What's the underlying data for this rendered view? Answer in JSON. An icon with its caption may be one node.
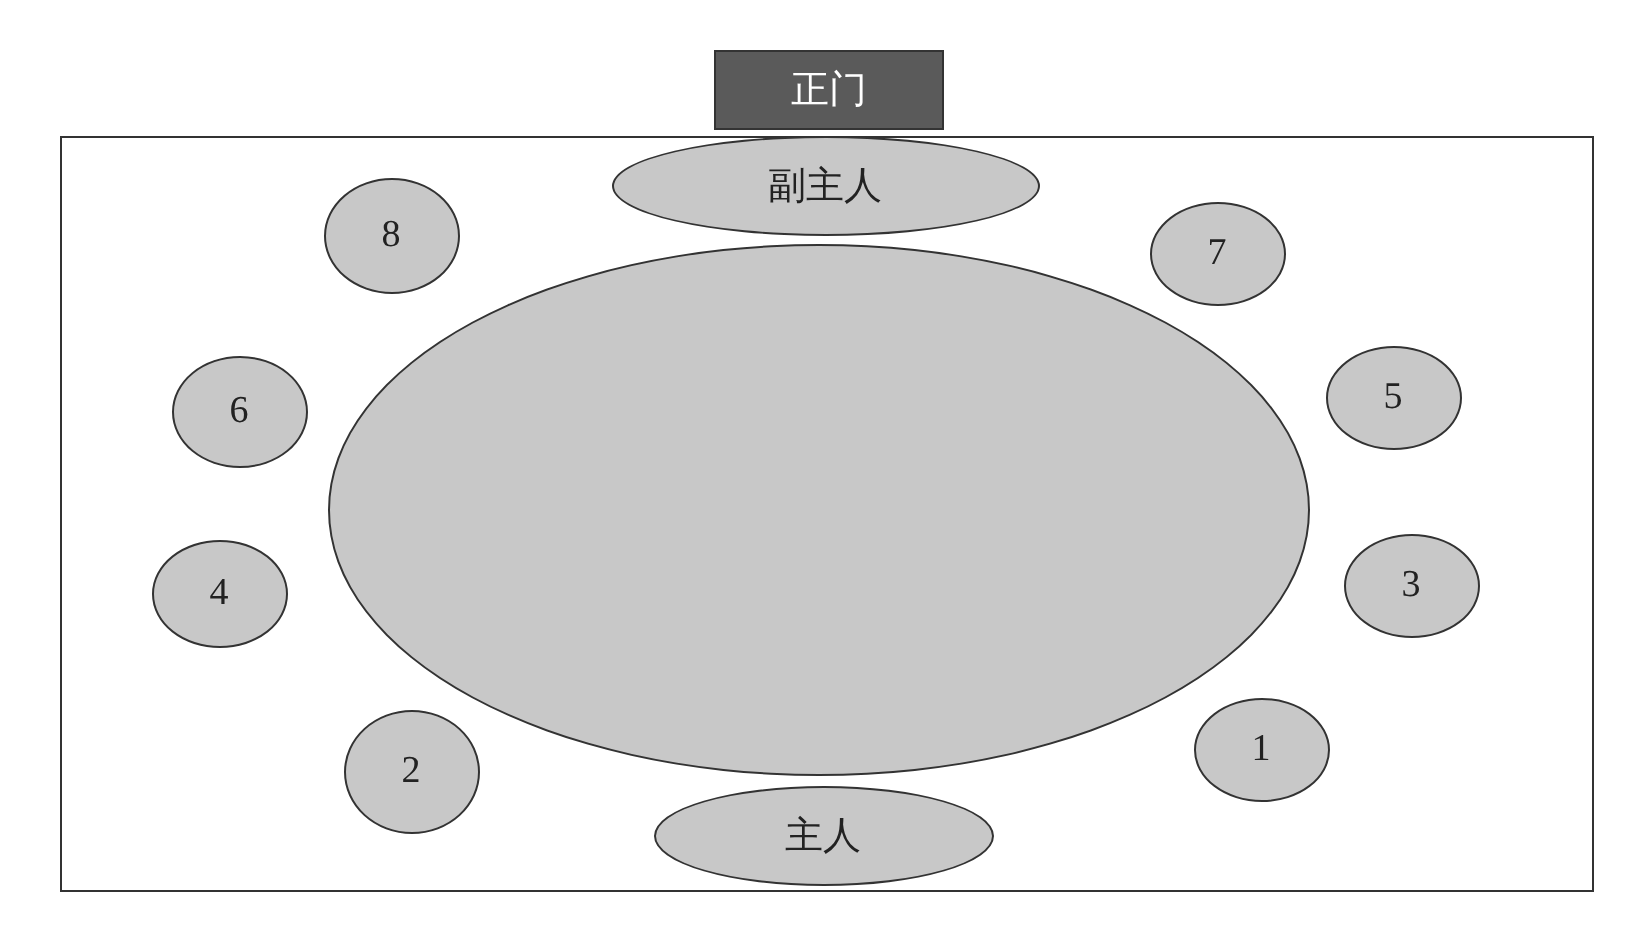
{
  "diagram": {
    "nodes": [
      {
        "text": [
          "正门"
        ]
      },
      {
        "text": [],
        "shape": "box"
      },
      {
        "text": [],
        "shape": "ellipse",
        "in": 1
      },
      {
        "text": [
          "副主人"
        ],
        "in": 1
      },
      {
        "text": [
          "8"
        ],
        "in": 1
      },
      {
        "text": [
          "7"
        ],
        "in": 1
      },
      {
        "text": [
          "6"
        ],
        "in": 1
      },
      {
        "text": [
          "5"
        ],
        "in": 1
      },
      {
        "text": [
          "4"
        ],
        "in": 1
      },
      {
        "text": [
          "3"
        ],
        "in": 1
      },
      {
        "text": [
          "2"
        ],
        "in": 1
      },
      {
        "text": [
          "1"
        ],
        "in": 1
      },
      {
        "text": [
          "主人"
        ],
        "in": 1
      }
    ]
  }
}
